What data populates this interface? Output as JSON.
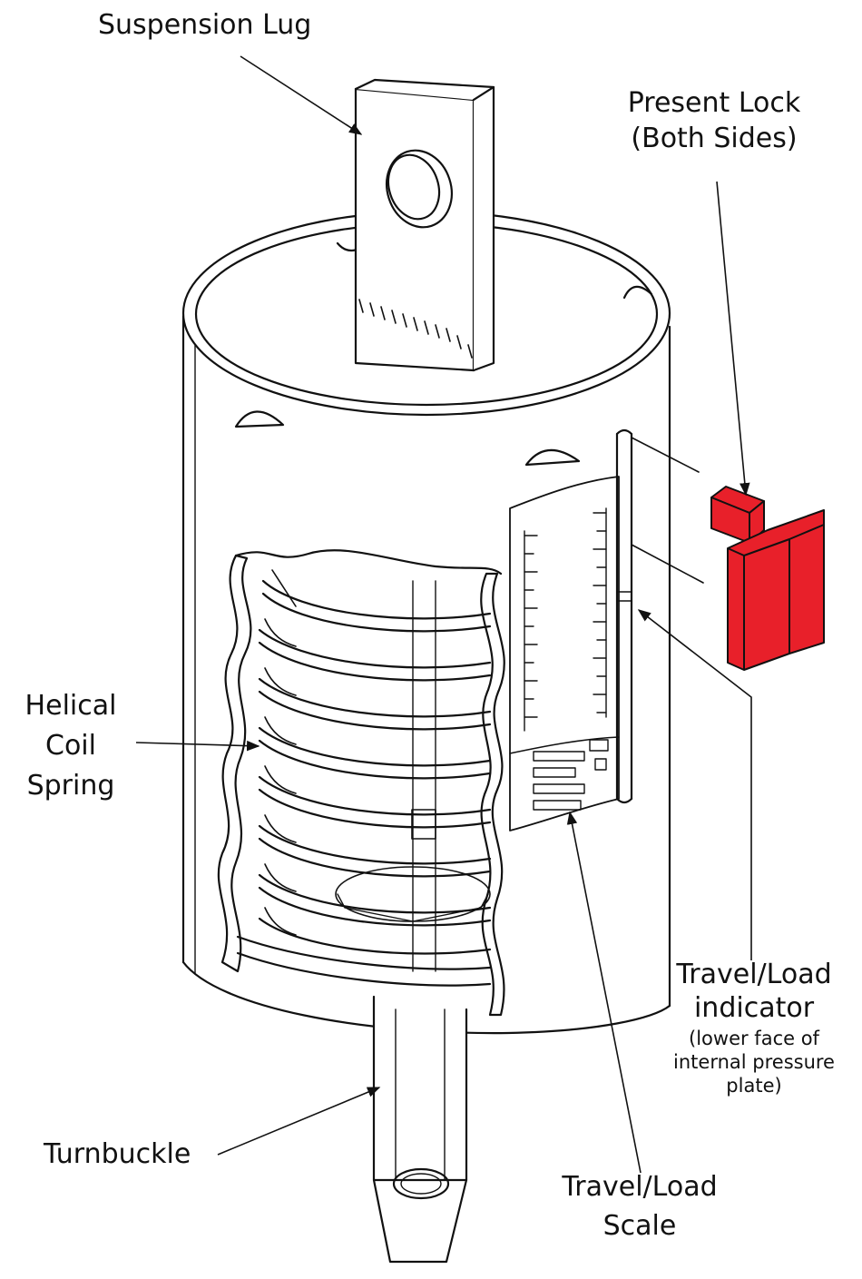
{
  "colors": {
    "lock": "#e8202a",
    "ink": "#111111",
    "paper": "#ffffff"
  },
  "labels": {
    "suspension_lug": "Suspension Lug",
    "preset_lock_l1": "Present Lock",
    "preset_lock_l2": "(Both Sides)",
    "helical_l1": "Helical",
    "helical_l2": "Coil",
    "helical_l3": "Spring",
    "indicator_l1": "Travel/Load",
    "indicator_l2": "indicator",
    "indicator_n1": "(lower face of",
    "indicator_n2": "internal pressure",
    "indicator_n3": "plate)",
    "turnbuckle": "Turnbuckle",
    "scale_l1": "Travel/Load",
    "scale_l2": "Scale"
  }
}
